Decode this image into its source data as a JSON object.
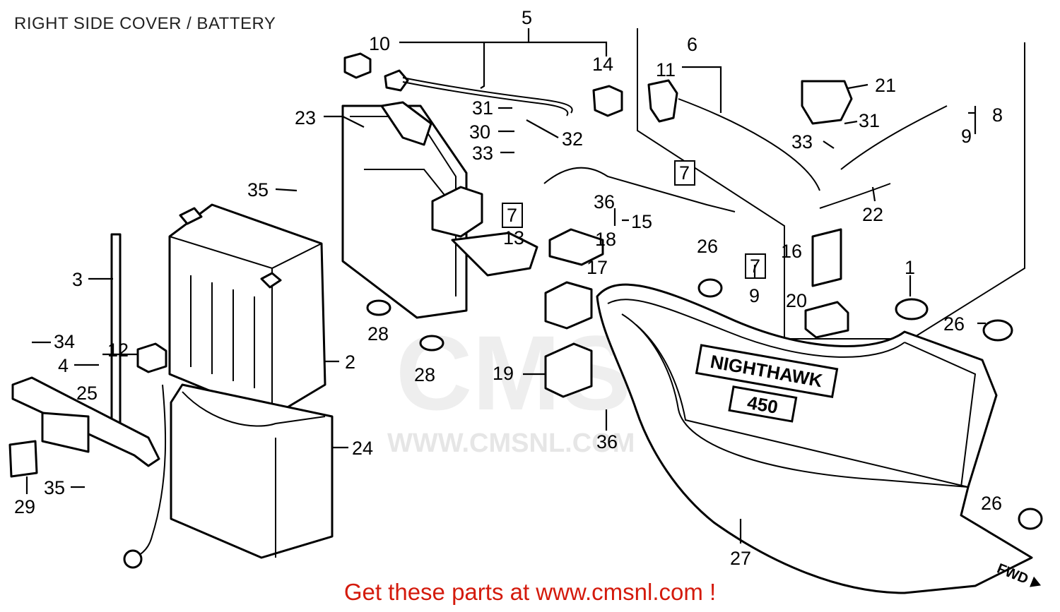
{
  "title": "RIGHT SIDE COVER / BATTERY",
  "footer": "Get these parts at www.cmsnl.com !",
  "watermark": {
    "url": "WWW.CMSNL.COM",
    "logo": "CMS"
  },
  "emblem": {
    "model": "NIGHTHAWK",
    "size": "450"
  },
  "arrow_label": "FWD",
  "boxed_ref": "7",
  "callouts": [
    "1",
    "2",
    "3",
    "4",
    "5",
    "6",
    "7",
    "8",
    "9",
    "10",
    "11",
    "12",
    "13",
    "14",
    "15",
    "16",
    "17",
    "18",
    "19",
    "20",
    "21",
    "22",
    "23",
    "24",
    "25",
    "26",
    "27",
    "28",
    "29",
    "30",
    "31",
    "32",
    "33",
    "34",
    "35",
    "36"
  ]
}
